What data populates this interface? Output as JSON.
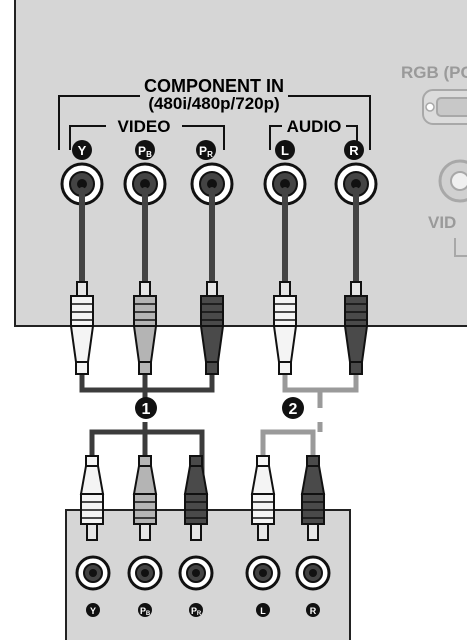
{
  "tv_panel": {
    "title_line1": "COMPONENT IN",
    "title_line2": "(480i/480p/720p)",
    "video_label": "VIDEO",
    "audio_label": "AUDIO",
    "rgb_label": "RGB (PC",
    "video_partial_label": "VID",
    "jacks": [
      {
        "id": "Y",
        "glyph": "Y",
        "sub": ""
      },
      {
        "id": "PB",
        "glyph": "P",
        "sub": "B"
      },
      {
        "id": "PR",
        "glyph": "P",
        "sub": "R"
      },
      {
        "id": "L",
        "glyph": "L",
        "sub": ""
      },
      {
        "id": "R",
        "glyph": "R",
        "sub": ""
      }
    ]
  },
  "callouts": [
    {
      "number": "1"
    },
    {
      "number": "2"
    }
  ],
  "source_device": {
    "jacks": [
      {
        "id": "Y",
        "glyph": "Y",
        "sub": ""
      },
      {
        "id": "PB",
        "glyph": "P",
        "sub": "B"
      },
      {
        "id": "PR",
        "glyph": "P",
        "sub": "R"
      },
      {
        "id": "L",
        "glyph": "L",
        "sub": ""
      },
      {
        "id": "R",
        "glyph": "R",
        "sub": ""
      }
    ]
  },
  "colors": {
    "panel": "#d6d6d6",
    "video_cable": "#3c3c3c",
    "audio_cable": "#9a9a9a",
    "plug_white": "#f4f4f4",
    "plug_gray": "#b4b4b4",
    "plug_dark": "#4a4a4a"
  }
}
